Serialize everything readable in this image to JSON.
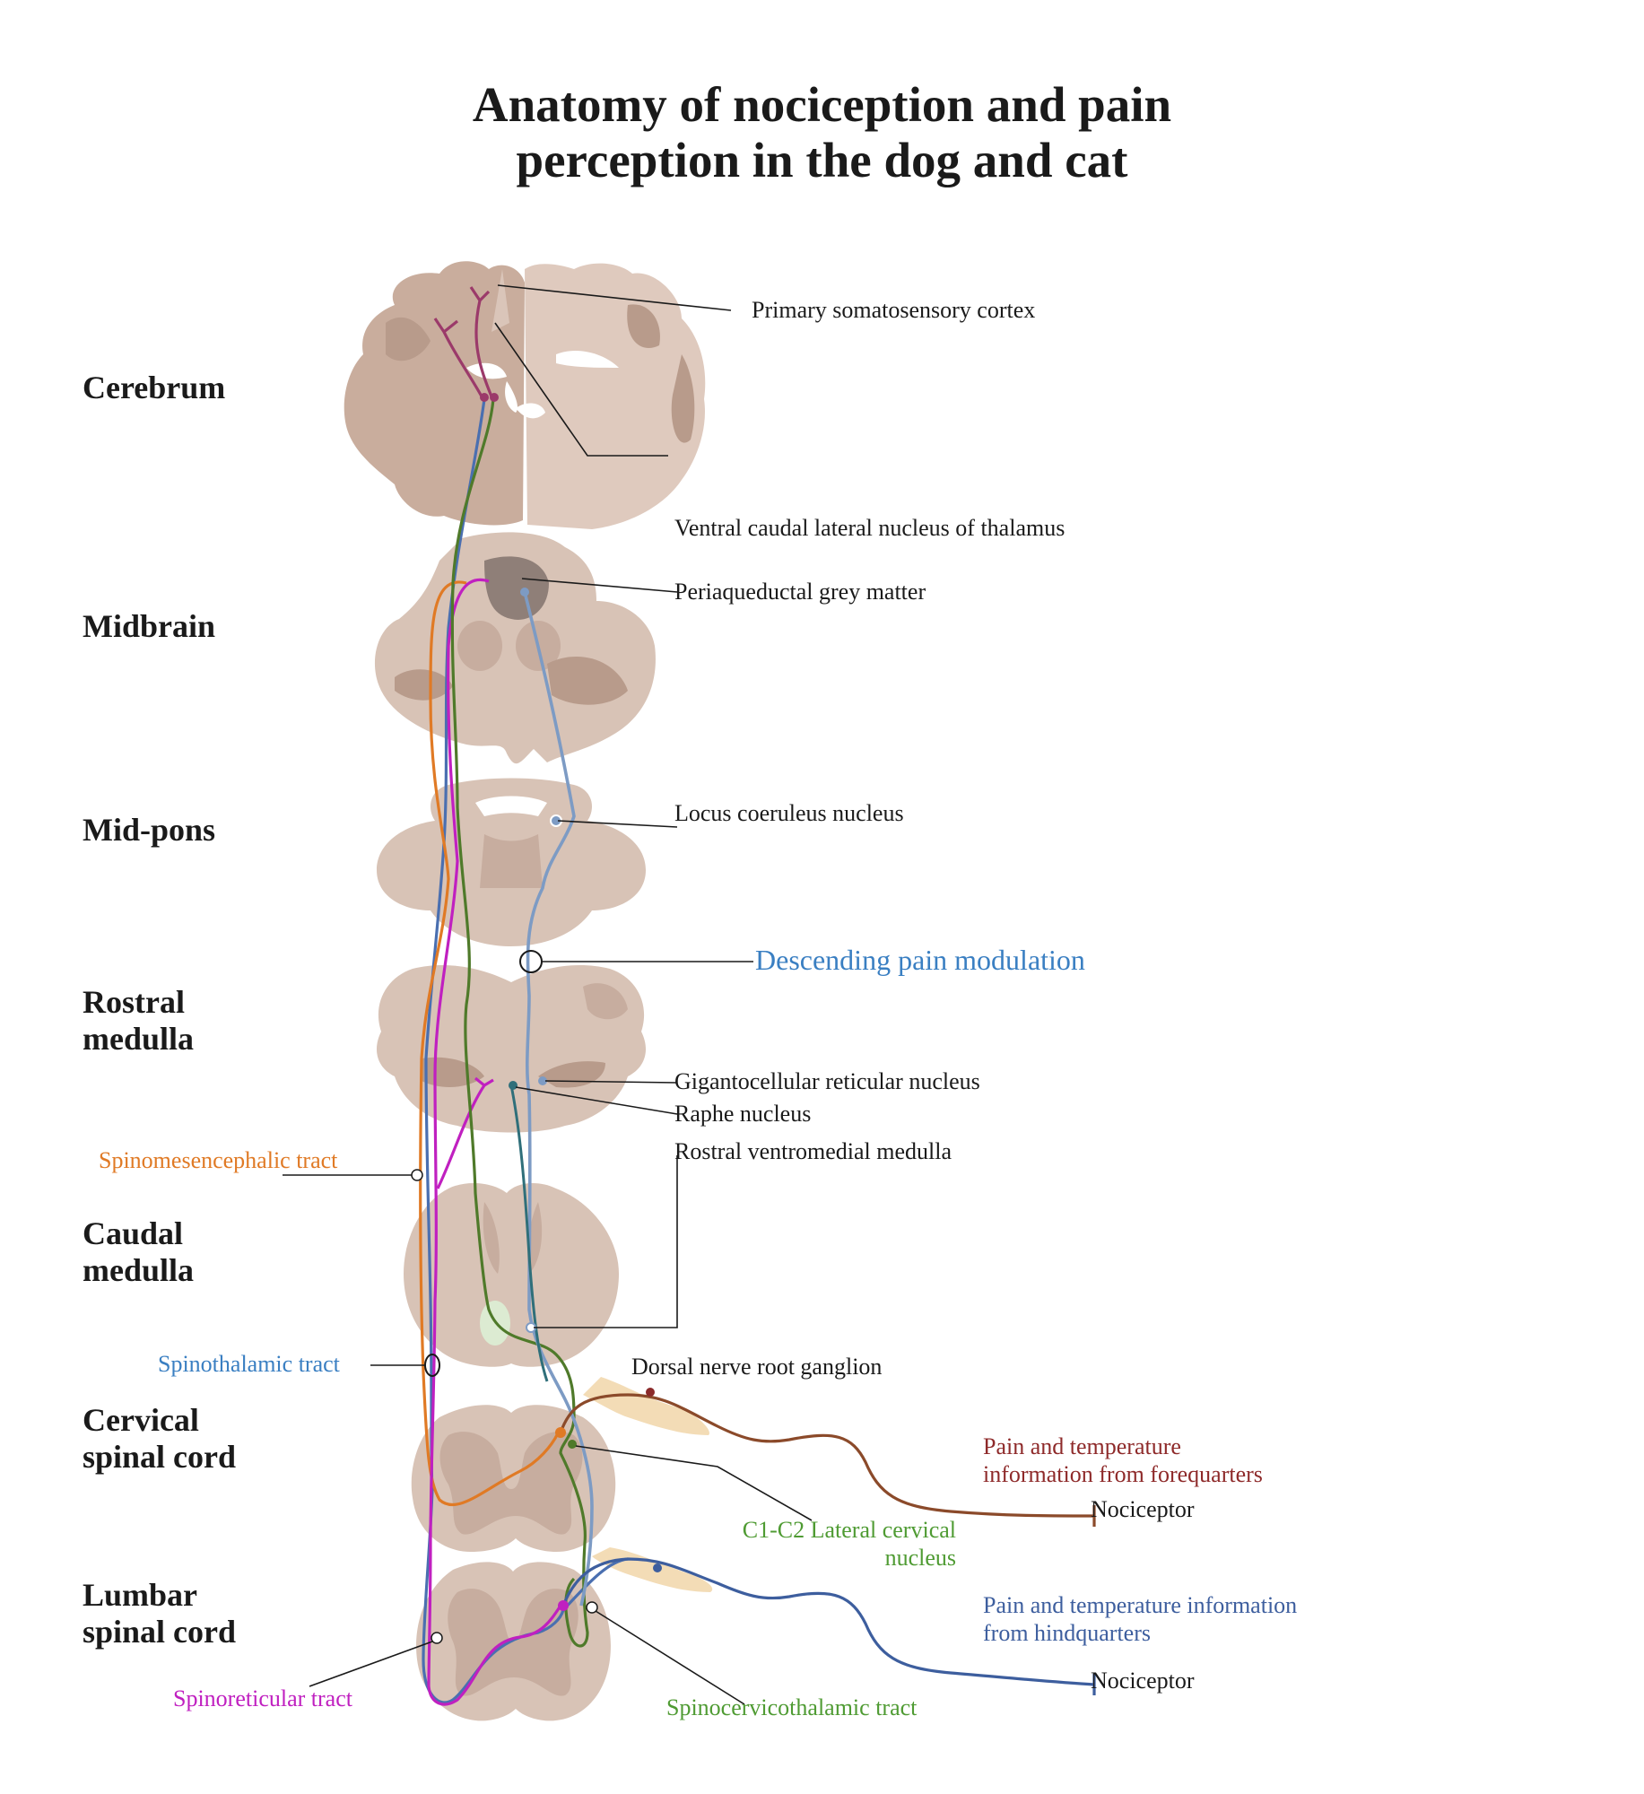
{
  "title": {
    "line1": "Anatomy of nociception and pain",
    "line2": "perception in the dog and cat"
  },
  "regions": {
    "cerebrum": "Cerebrum",
    "midbrain": "Midbrain",
    "midpons": "Mid-pons",
    "rostral_medulla_1": "Rostral",
    "rostral_medulla_2": "medulla",
    "caudal_medulla_1": "Caudal",
    "caudal_medulla_2": "medulla",
    "cervical_1": "Cervical",
    "cervical_2": "spinal cord",
    "lumbar_1": "Lumbar",
    "lumbar_2": "spinal cord"
  },
  "structures": {
    "somatosensory_cortex": "Primary somatosensory cortex",
    "thalamus": "Ventral caudal lateral nucleus of thalamus",
    "pag": "Periaqueductal grey matter",
    "locus_coeruleus": "Locus coeruleus nucleus",
    "descending": "Descending pain modulation",
    "gigantocellular": "Gigantocellular reticular nucleus",
    "raphe": "Raphe nucleus",
    "rvm": "Rostral ventromedial medulla",
    "drg": "Dorsal nerve root ganglion",
    "lcn_1": "C1-C2 Lateral cervical",
    "lcn_2": "nucleus"
  },
  "tracts": {
    "spinomesencephalic": "Spinomesencephalic tract",
    "spinothalamic": "Spinothalamic tract",
    "spinoreticular": "Spinoreticular tract",
    "spinocervicothalamic": "Spinocervicothalamic tract"
  },
  "inputs": {
    "forequarters_1": "Pain and temperature",
    "forequarters_2": "information from forequarters",
    "hindquarters_1": "Pain and temperature information",
    "hindquarters_2": "from hindquarters",
    "nociceptor_fore": "Nociceptor",
    "nociceptor_hind": "Nociceptor"
  },
  "colors": {
    "tissue": "#d9c4b8",
    "tissue_dark": "#c3a797",
    "grey_matter": "#b89b8b",
    "spinothalamic": "#4a6fb0",
    "spinomesencephalic": "#e07a25",
    "spinoreticular": "#c020c0",
    "spinocervicothalamic": "#4f7a2a",
    "descending": "#7d9bc4",
    "forequarter_fiber": "#8b4a2a",
    "hindquarter_fiber": "#3d5e9e",
    "cortex_fiber": "#9b3a6a",
    "ganglion": "#f3dcb6"
  }
}
